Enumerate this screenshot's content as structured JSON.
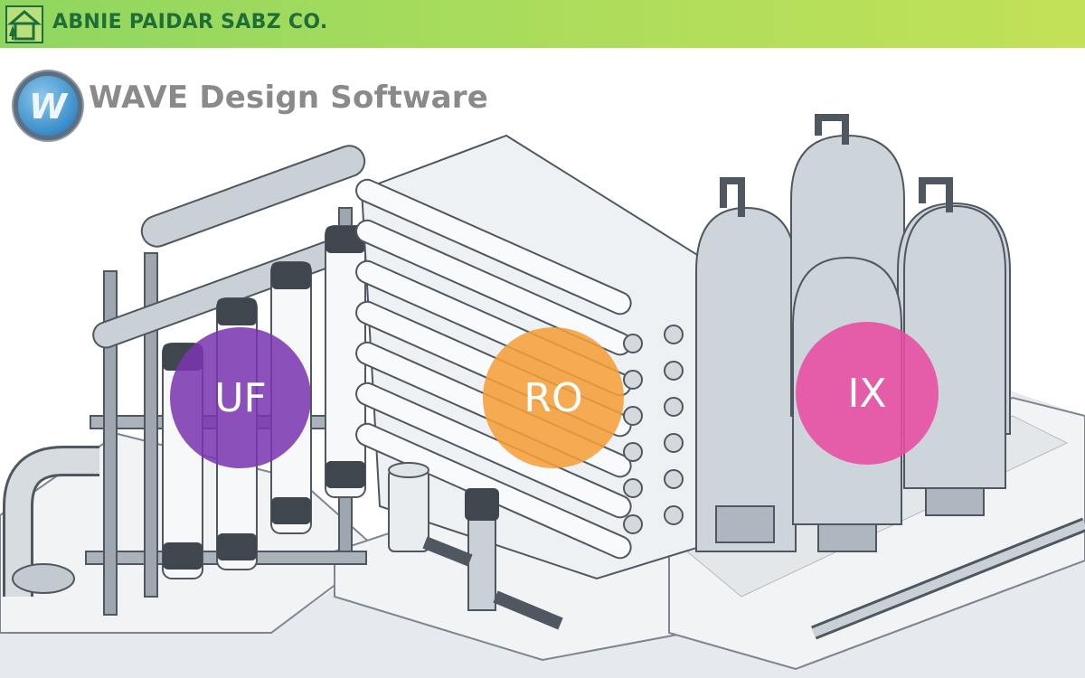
{
  "header": {
    "company_name": "ABNIE PAIDAR SABZ CO.",
    "bar_color": "#a9dc5c",
    "text_color": "#1f6e3a",
    "logo_icon": "house-tree-icon"
  },
  "product": {
    "logo_letter": "W",
    "title": "WAVE Design Software",
    "logo_icon": "wave-w-icon"
  },
  "technologies": [
    {
      "label": "UF",
      "color": "#7a34b0"
    },
    {
      "label": "RO",
      "color": "#f59e3a"
    },
    {
      "label": "IX",
      "color": "#e84ca2"
    }
  ]
}
